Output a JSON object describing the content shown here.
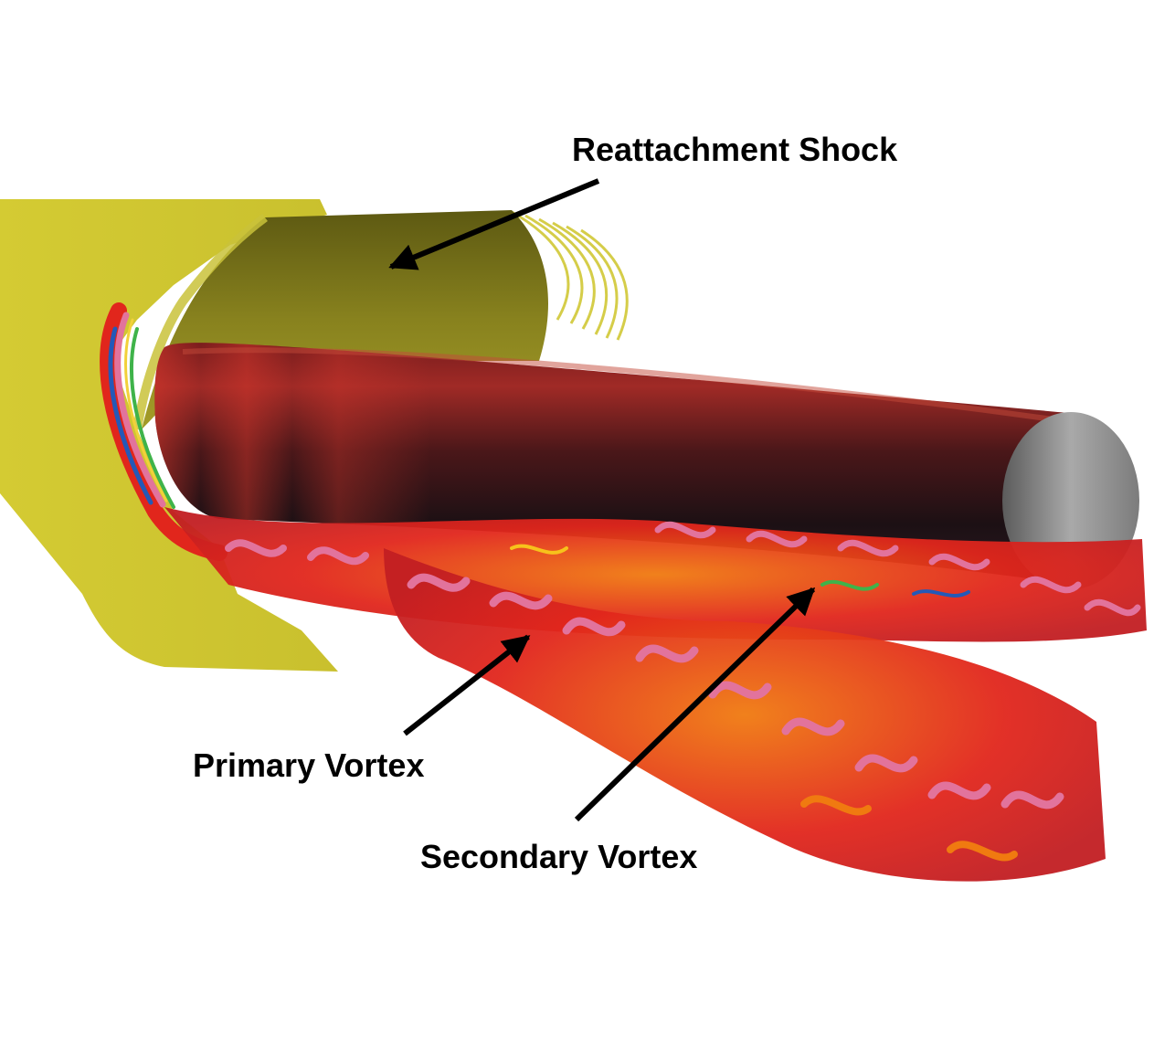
{
  "annotations": {
    "reattachment_shock": "Reattachment Shock",
    "primary_vortex": "Primary Vortex",
    "secondary_vortex": "Secondary Vortex"
  },
  "colors": {
    "shock_surface": "#d6cc3a",
    "shock_dark": "#6f6a16",
    "cylinder_body": "#3a1416",
    "cylinder_highlight": "#a72a26",
    "cylinder_cap": "#8f8f8f",
    "vortex_red": "#e1261c",
    "vortex_pink": "#e2739c",
    "vortex_orange": "#f07a10",
    "arrow": "#000000"
  }
}
